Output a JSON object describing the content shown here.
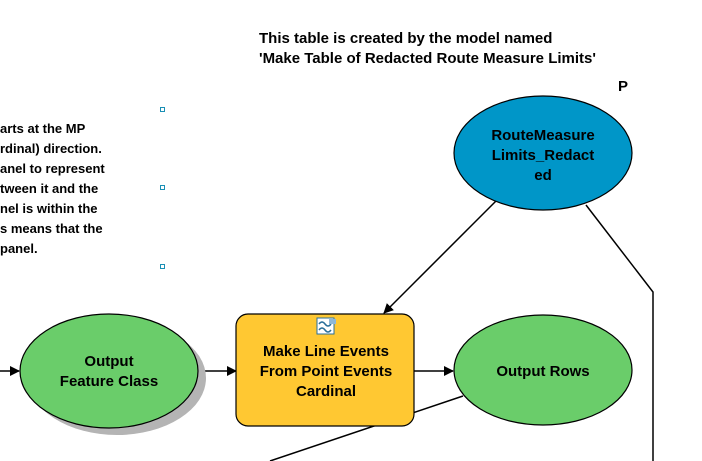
{
  "header": {
    "line1": "This table is created by the model named",
    "line2": "'Make Table of Redacted Route Measure Limits'"
  },
  "corner_label": "P",
  "note": {
    "lines": [
      "arts at the MP",
      "rdinal) direction.",
      "anel to represent",
      "tween it and the",
      "nel is within the",
      "s means that the",
      "panel."
    ]
  },
  "nodes": {
    "route_measure": {
      "lines": [
        "RouteMeasure",
        "Limits_Redact",
        "ed"
      ],
      "color": "#0096c8"
    },
    "output_feature_class": {
      "lines": [
        "Output",
        "Feature Class"
      ],
      "color": "#6acd6a"
    },
    "make_line_events": {
      "lines": [
        "Make Line Events",
        "From Point Events",
        "Cardinal"
      ],
      "color": "#ffc832"
    },
    "output_rows": {
      "lines": [
        "Output Rows"
      ],
      "color": "#6acd6a"
    }
  }
}
